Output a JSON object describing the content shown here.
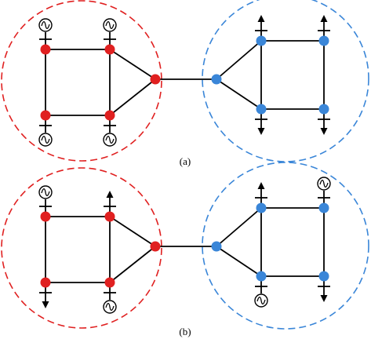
{
  "colors": {
    "left_area": "#e02020",
    "right_area": "#3a86d8",
    "line": "#000000"
  },
  "panels": [
    {
      "id": "a",
      "caption": "(a)",
      "devices": {
        "L1": "gen",
        "L2": "gen",
        "L3": "gen",
        "L4": "gen",
        "R1": "load",
        "R2": "load",
        "R3": "load",
        "R4": "load"
      }
    },
    {
      "id": "b",
      "caption": "(b)",
      "devices": {
        "L1": "gen",
        "L2": "load",
        "L3": "load",
        "L4": "gen",
        "R1": "load",
        "R2": "gen",
        "R3": "gen",
        "R4": "load"
      }
    }
  ],
  "icons": {
    "gen": "ac-generator-icon",
    "load": "load-arrow-icon"
  }
}
